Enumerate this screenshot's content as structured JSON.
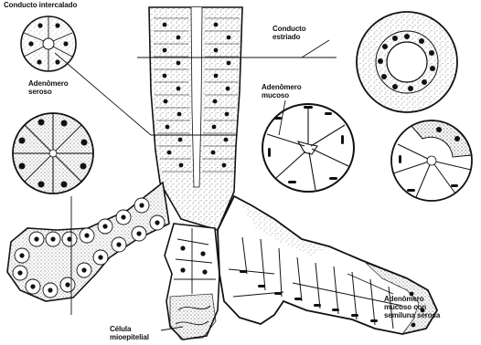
{
  "labels": {
    "conducto_intercalado": "Conducto intercalado",
    "conducto_estriado": {
      "line1": "Conducto",
      "line2": "estriado"
    },
    "adenomero_seroso": {
      "line1": "Adenômero",
      "line2": "seroso"
    },
    "adenomero_mucoso": {
      "line1": "Adenômero",
      "line2": "mucoso"
    },
    "adenomero_semiluna": {
      "line1": "Adenômero",
      "line2": "mucoso con",
      "line3": "semiluna serosa"
    },
    "celula_mioepitelial": {
      "line1": "Célula",
      "line2": "mioepitelial"
    }
  },
  "colors": {
    "ink": "#111111",
    "background": "#ffffff",
    "mucous_cell": "#ffffff",
    "stipple": "#555555"
  }
}
